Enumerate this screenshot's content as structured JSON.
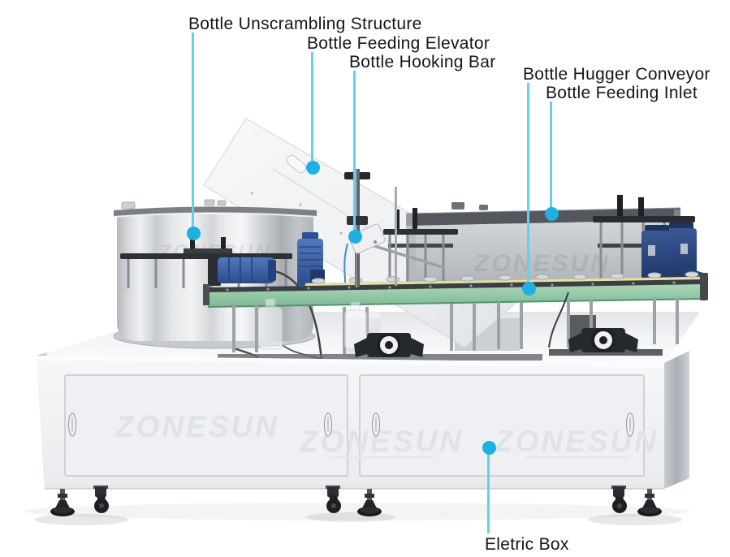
{
  "meta": {
    "brand_watermark": "ZONESUN"
  },
  "annotations": [
    {
      "id": "unscrambling-structure",
      "text": "Bottle Unscrambling Structure"
    },
    {
      "id": "feeding-elevator",
      "text": "Bottle Feeding Elevator"
    },
    {
      "id": "hooking-bar",
      "text": "Bottle Hooking Bar"
    },
    {
      "id": "hugger-conveyor",
      "text": "Bottle Hugger Conveyor"
    },
    {
      "id": "feeding-inlet",
      "text": "Bottle Feeding Inlet"
    },
    {
      "id": "electric-box",
      "text": "Eletric Box"
    }
  ],
  "colors": {
    "callout_line": "#66cfec",
    "callout_dot": "#1fb0e2",
    "label_text": "#161616",
    "motor_blue": "#3a62a8",
    "conveyor_green": "#8fc9a4",
    "watermark_gray": "#dfe3e9",
    "background": "#ffffff"
  }
}
